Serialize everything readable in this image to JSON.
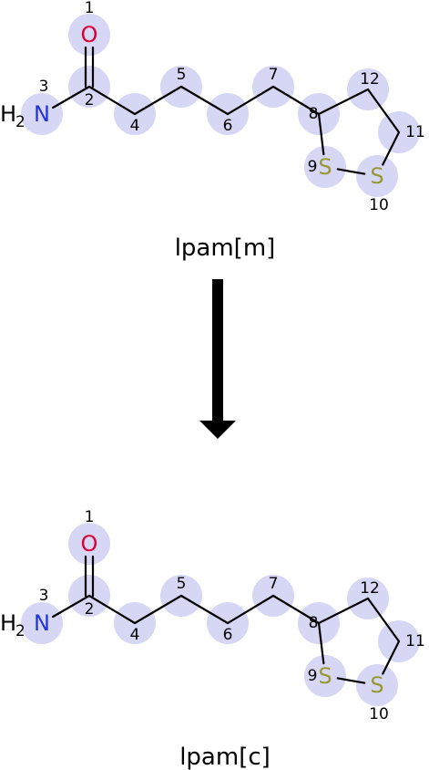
{
  "colors": {
    "highlight": "#d6d6f5",
    "bond": "#000000",
    "oxygen": "#dd0033",
    "nitrogen": "#2233dd",
    "sulfur": "#999933",
    "arrow": "#000000"
  },
  "reaction": {
    "reactant_label": "lpam[m]",
    "product_label": "lpam[c]",
    "arrow": "reaction-arrow"
  },
  "molecule": {
    "atoms": [
      {
        "num": "1",
        "symbol": "O",
        "element": "O"
      },
      {
        "num": "2",
        "symbol": "",
        "element": "C"
      },
      {
        "num": "3",
        "symbol": "N",
        "element": "N",
        "prefix": "H",
        "sub": "2"
      },
      {
        "num": "4",
        "symbol": "",
        "element": "C"
      },
      {
        "num": "5",
        "symbol": "",
        "element": "C"
      },
      {
        "num": "6",
        "symbol": "",
        "element": "C"
      },
      {
        "num": "7",
        "symbol": "",
        "element": "C"
      },
      {
        "num": "8",
        "symbol": "",
        "element": "C"
      },
      {
        "num": "9",
        "symbol": "S",
        "element": "S"
      },
      {
        "num": "10",
        "symbol": "S",
        "element": "S"
      },
      {
        "num": "11",
        "symbol": "",
        "element": "C"
      },
      {
        "num": "12",
        "symbol": "",
        "element": "C"
      }
    ]
  }
}
